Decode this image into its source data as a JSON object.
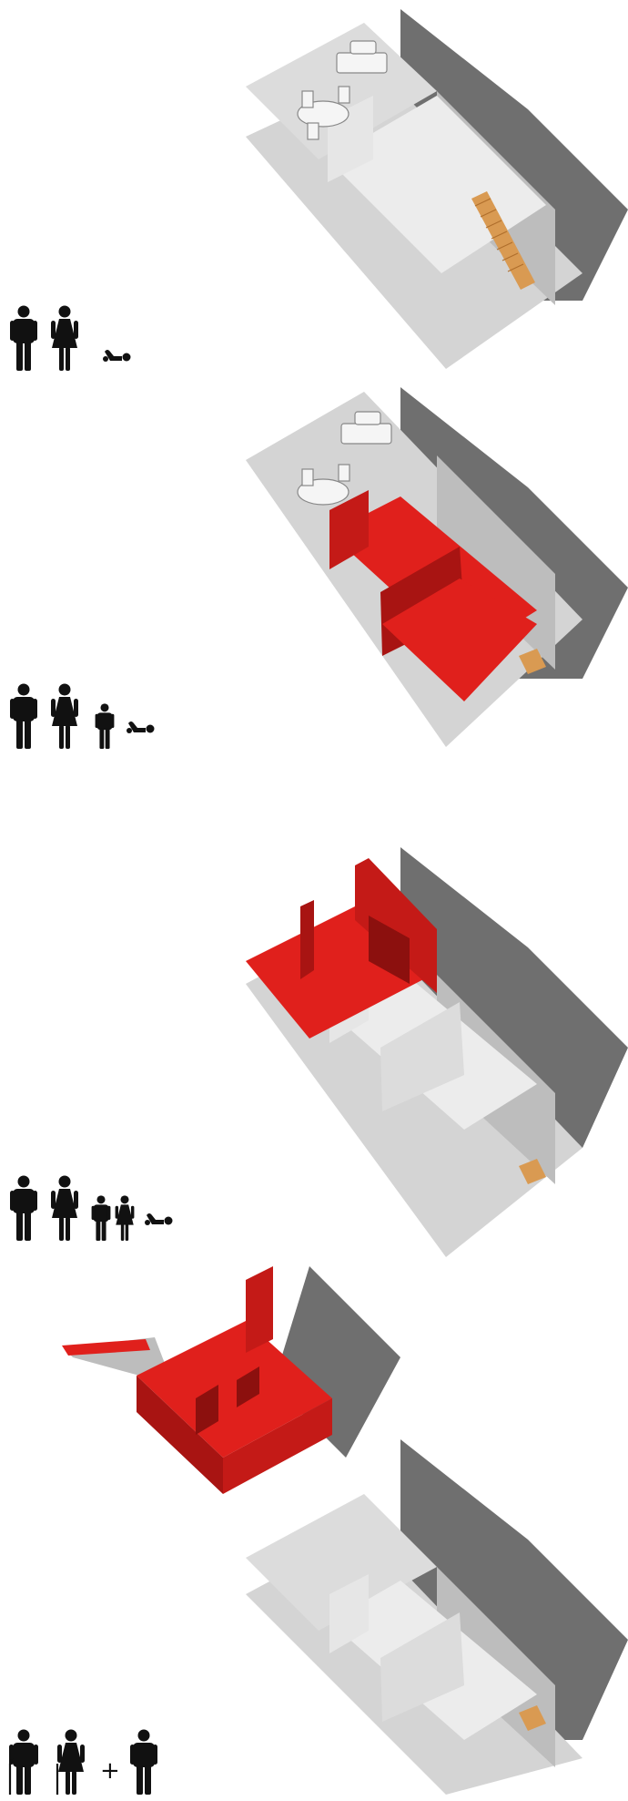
{
  "stages": [
    {
      "id": "stage-1",
      "figures": [
        "man",
        "woman",
        "baby"
      ],
      "extension": "none"
    },
    {
      "id": "stage-2",
      "figures": [
        "man",
        "woman",
        "child",
        "baby"
      ],
      "extension": "ground-floor"
    },
    {
      "id": "stage-3",
      "figures": [
        "man",
        "woman",
        "child",
        "girl",
        "baby"
      ],
      "extension": "upper-floor"
    },
    {
      "id": "stage-4",
      "figures": [
        "elderly-man",
        "elderly-woman",
        "man"
      ],
      "extension": "detached-upper-floor",
      "connector": "+"
    }
  ],
  "colors": {
    "extension": "#e0201c",
    "extension_dark": "#a81412",
    "wall": "#e2e2e2",
    "floor": "#d9d9d9",
    "shadow": "#6f6f6f",
    "stair": "#d99a52",
    "figure": "#111111"
  }
}
